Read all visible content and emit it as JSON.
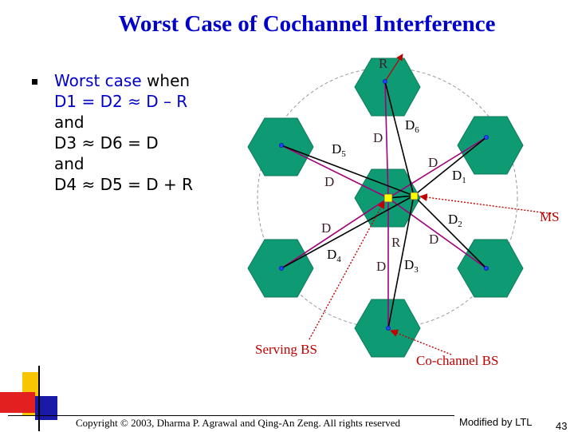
{
  "slide": {
    "title": "Worst Case of Cochannel Interference",
    "bullet": {
      "line1_blue": "Worst case",
      "line1_black": " when",
      "line2": "D1 = D2 ≈ D – R",
      "line3": "and",
      "line4": "D3 ≈ D6 = D",
      "line5": "and",
      "line6": "D4 ≈ D5 = D + R"
    },
    "diagram": {
      "labels": {
        "r_top": "R",
        "d6": "D",
        "d6_sub": "6",
        "d_upper": "D",
        "d5": "D",
        "d5_sub": "5",
        "d_right_upper": "D",
        "d1": "D",
        "d1_sub": "1",
        "d_left_upper": "D",
        "d2": "D",
        "d2_sub": "2",
        "ms": "MS",
        "d_left_lower": "D",
        "r_center": "R",
        "d_right_lower": "D",
        "d4": "D",
        "d4_sub": "4",
        "d_bottom": "D",
        "d3": "D",
        "d3_sub": "3",
        "serving_bs": "Serving BS",
        "cochannel_bs": "Co-channel BS"
      },
      "colors": {
        "hex_fill": "#0e9b73",
        "hex_stroke": "#0b7a5a",
        "line_magenta": "#a0007a",
        "line_black": "#000000",
        "callout_red": "#c00000",
        "circle_dash": "#999999",
        "bs_dot": "#2244ff",
        "serving_dot": "#ffff00"
      }
    },
    "footer": {
      "copyright": "Copyright © 2003, Dharma P. Agrawal and Qing-An Zeng. All rights reserved",
      "modified": "Modified by LTL",
      "page": "43"
    }
  }
}
